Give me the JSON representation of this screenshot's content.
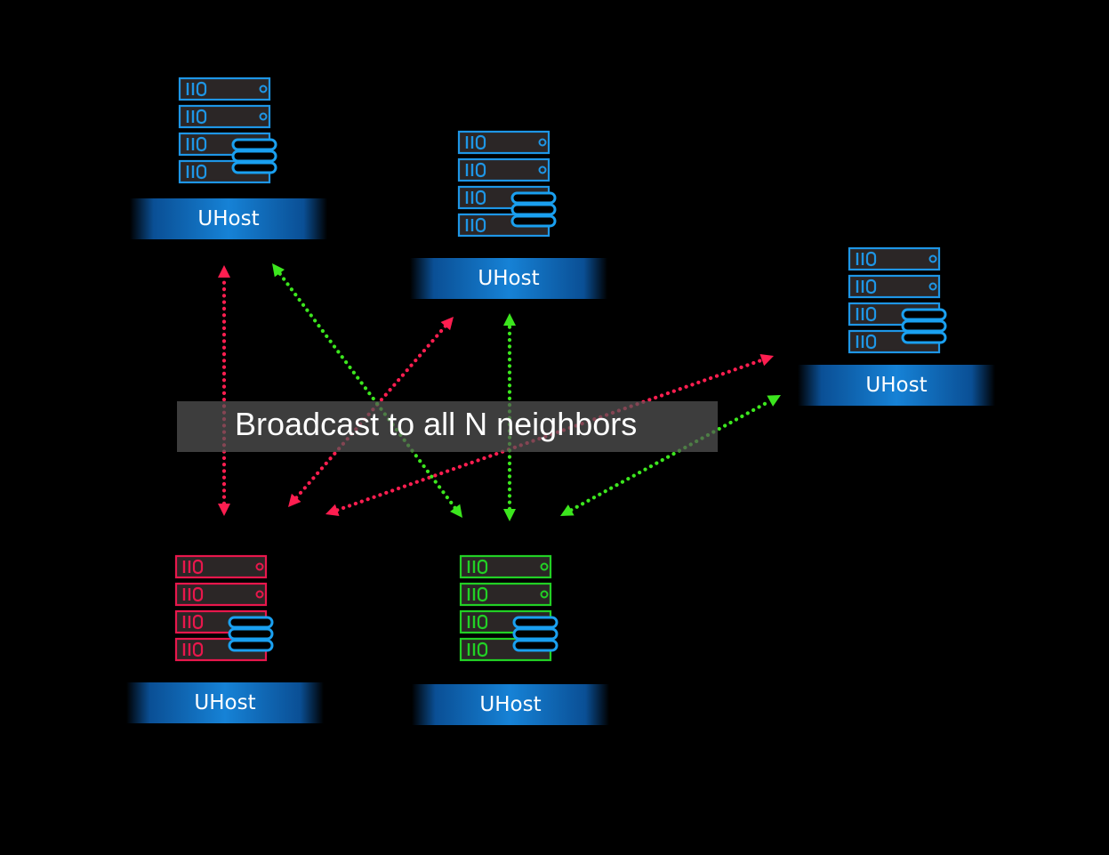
{
  "caption": "Broadcast to all N neighbors",
  "colors": {
    "background": "#000000",
    "host_blue": "#1e96e6",
    "host_red": "#e8174c",
    "host_green": "#22d025",
    "disk_stack": "#1aa0f0",
    "link_red": "#ff1e50",
    "link_green": "#3ce61e"
  },
  "hosts": [
    {
      "id": "host-top-left",
      "label": "UHost",
      "color": "blue",
      "icon": "server-rack-icon"
    },
    {
      "id": "host-top-middle",
      "label": "UHost",
      "color": "blue",
      "icon": "server-rack-icon"
    },
    {
      "id": "host-right",
      "label": "UHost",
      "color": "blue",
      "icon": "server-rack-icon"
    },
    {
      "id": "host-bottom-left",
      "label": "UHost",
      "color": "red",
      "icon": "server-rack-icon"
    },
    {
      "id": "host-bottom-middle",
      "label": "UHost",
      "color": "green",
      "icon": "server-rack-icon"
    }
  ],
  "links": [
    {
      "from": "host-bottom-left",
      "to": "host-top-left",
      "color": "red",
      "style": "dotted-double-arrow"
    },
    {
      "from": "host-bottom-left",
      "to": "host-top-middle",
      "color": "red",
      "style": "dotted-double-arrow"
    },
    {
      "from": "host-bottom-left",
      "to": "host-right",
      "color": "red",
      "style": "dotted-double-arrow"
    },
    {
      "from": "host-bottom-middle",
      "to": "host-top-left",
      "color": "green",
      "style": "dotted-double-arrow"
    },
    {
      "from": "host-bottom-middle",
      "to": "host-top-middle",
      "color": "green",
      "style": "dotted-double-arrow"
    },
    {
      "from": "host-bottom-middle",
      "to": "host-right",
      "color": "green",
      "style": "dotted-double-arrow"
    }
  ]
}
